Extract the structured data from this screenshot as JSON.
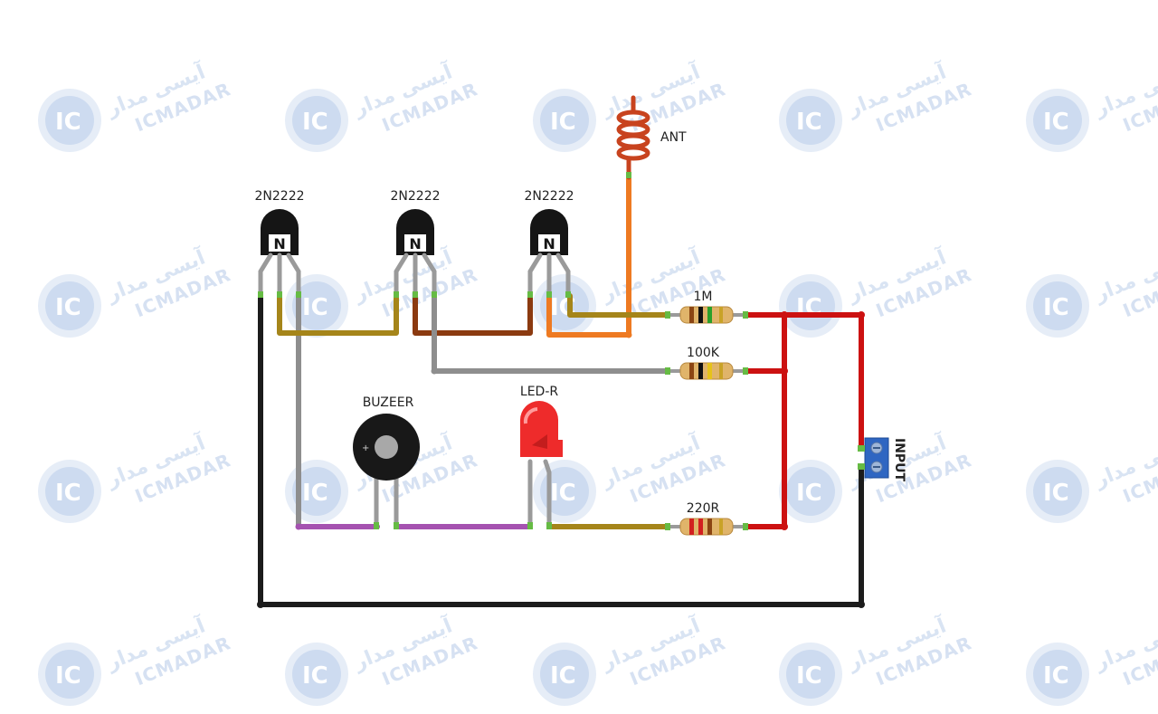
{
  "diagram": {
    "transistors": [
      {
        "id": "q1",
        "label": "2N2222",
        "marking": "N"
      },
      {
        "id": "q2",
        "label": "2N2222",
        "marking": "N"
      },
      {
        "id": "q3",
        "label": "2N2222",
        "marking": "N"
      }
    ],
    "antenna": {
      "label": "ANT"
    },
    "resistors": [
      {
        "id": "r1",
        "label": "1M"
      },
      {
        "id": "r2",
        "label": "100K"
      },
      {
        "id": "r3",
        "label": "220R"
      }
    ],
    "buzzer": {
      "label": "BUZEER",
      "polarity": "+"
    },
    "led": {
      "label": "LED-R"
    },
    "input": {
      "label": "INPUT"
    }
  },
  "watermark": {
    "brand": "ICMADAR",
    "logo": "IC",
    "persian": "آیسی مدار"
  },
  "colors": {
    "black_wire": "#1c1c1c",
    "gray_wire": "#8e8e8e",
    "olive_wire": "#a5851a",
    "brown_wire": "#8b3a10",
    "orange_wire": "#ee7a22",
    "red_wire": "#cc1111",
    "purple_wire": "#a552b0",
    "pin_green": "#66bb44",
    "led_red": "#ee2b2b",
    "terminal_blue": "#2f66c2"
  }
}
